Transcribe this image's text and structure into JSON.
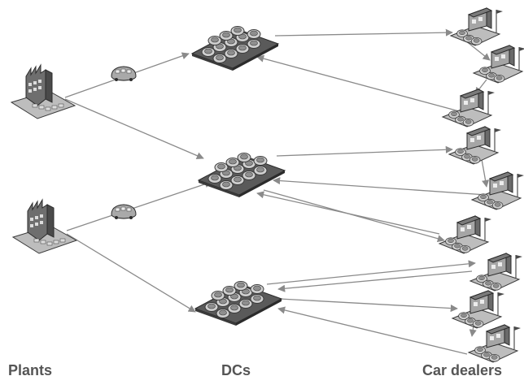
{
  "labels": {
    "plants": "Plants",
    "dcs": "DCs",
    "dealers": "Car dealers"
  },
  "colors": {
    "arrow": "#8a8a8a",
    "dark": "#3a3a3a",
    "mid": "#9a9a9a",
    "light": "#d8d8d8"
  },
  "icons": {
    "plant": "factory-icon",
    "truck": "car-carrier-icon",
    "dc": "car-lot-icon",
    "dealer": "car-dealership-icon"
  }
}
